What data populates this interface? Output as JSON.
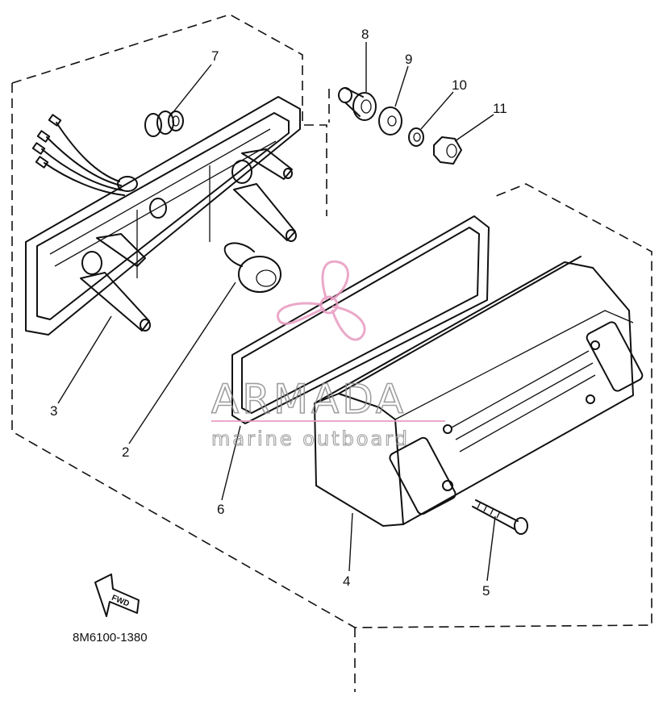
{
  "diagram": {
    "part_labels": {
      "p2": "2",
      "p3": "3",
      "p4": "4",
      "p5": "5",
      "p6": "6",
      "p7": "7",
      "p8": "8",
      "p9": "9",
      "p10": "10",
      "p11": "11"
    },
    "diagram_code": "8M6100-1380",
    "direction_label": "FWD"
  },
  "watermark": {
    "brand": "ARMADA",
    "tagline": "marine outboard",
    "color": "#e89ac0"
  }
}
